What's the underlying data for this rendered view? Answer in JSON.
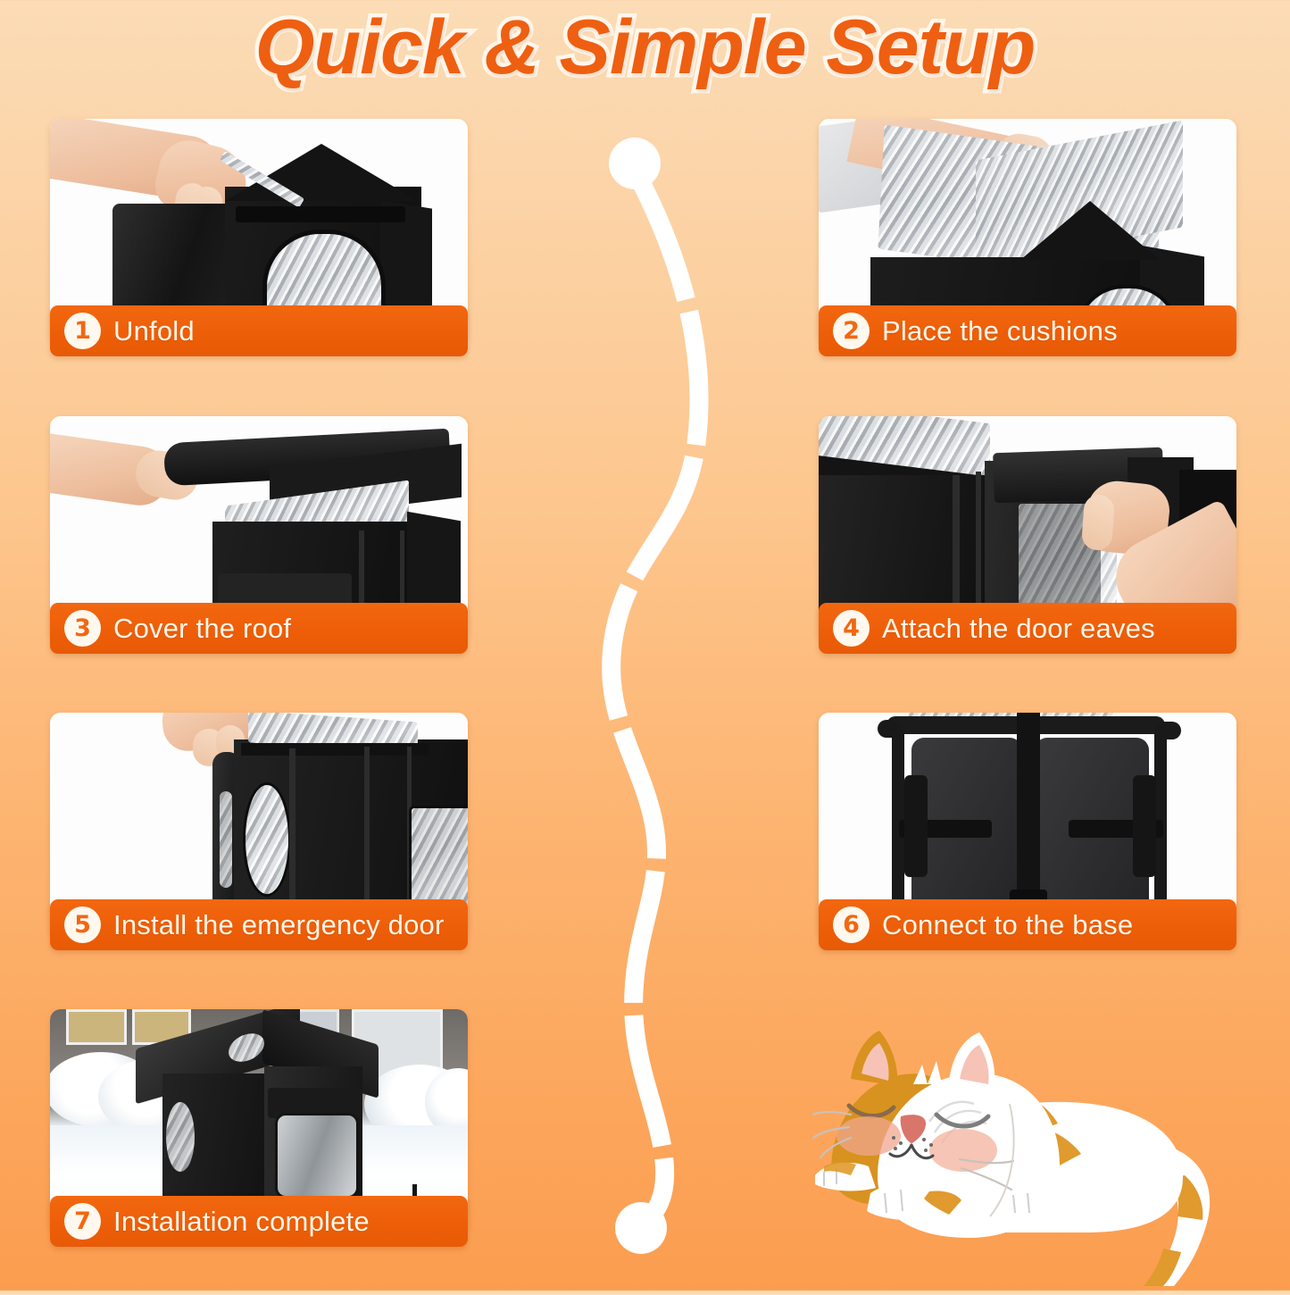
{
  "header": {
    "title": "Quick & Simple Setup",
    "title_color": "#EE5F11",
    "title_outline_color": "#FFF7EC"
  },
  "theme": {
    "background_top": "#FBDCB6",
    "background_bottom": "#FB9D4F",
    "banner_color": "#F26711",
    "banner_text_color": "#FFF6E8",
    "badge_bg": "#FFF8EE",
    "badge_text_color": "#F26711",
    "divider_color": "#FFFFFF",
    "card_bg": "#FFFFFF"
  },
  "steps": [
    {
      "number": "1",
      "label": "Unfold",
      "photo_alt": "Hand unfolding the collapsed black insulated cat house revealing the silver foil lined arch window"
    },
    {
      "number": "2",
      "label": "Place the cushions",
      "photo_alt": "Hand laying a silver foil insulation cushion over the top of the black cat house"
    },
    {
      "number": "3",
      "label": "Cover the roof",
      "photo_alt": "Hands pulling the black roof panel over the silver foil lined open top of the house"
    },
    {
      "number": "4",
      "label": "Attach the door eaves",
      "photo_alt": "Hand attaching the black door eave awning above the clear door window"
    },
    {
      "number": "5",
      "label": "Install the emergency door",
      "photo_alt": "Hand holding the narrow emergency door flap beside the oval side window of the house"
    },
    {
      "number": "6",
      "label": "Connect to the base",
      "photo_alt": "Underside view of the black house connected to the metal base frame with straps"
    },
    {
      "number": "7",
      "label": "Installation complete",
      "photo_alt": "Fully assembled black cat house standing on its raised stand in a snowy yard in front of a home"
    }
  ],
  "divider": {
    "name": "wavy-divider",
    "top_dot": true,
    "bottom_dot": true,
    "style": "dashed-serpentine"
  },
  "cat": {
    "name": "sleeping-cat-illustration",
    "description": "Cartoon white and orange tabby cat sleeping with closed eyes, pink nose and rosy cheeks",
    "fur_white": "#FFFFFF",
    "fur_orange": "#E09A2E",
    "nose_color": "#D9756A",
    "cheek_color": "#F4B6A3",
    "ear_inner_color": "#F6C3B6"
  }
}
